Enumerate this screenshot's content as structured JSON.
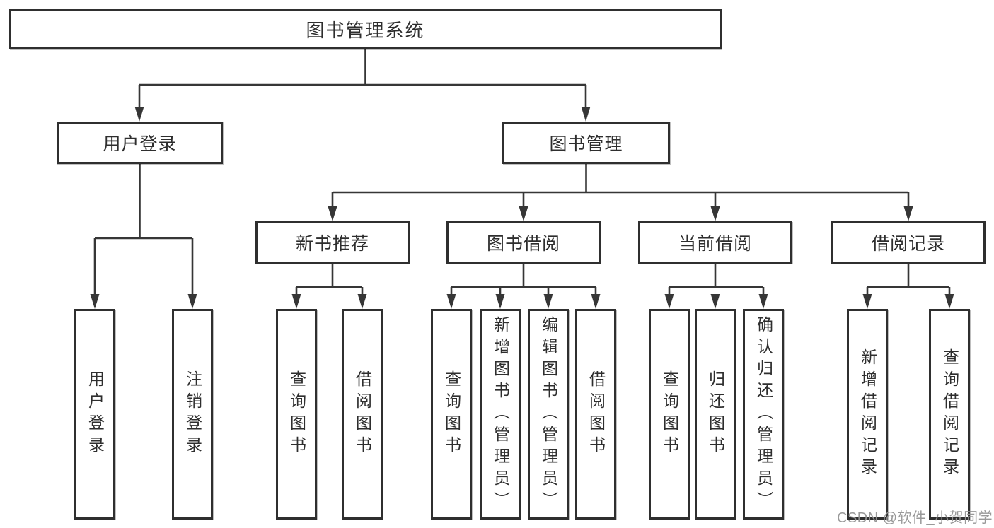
{
  "diagram_title": "图书管理系统",
  "nodes": {
    "root": "图书管理系统",
    "user_login_group": "用户登录",
    "book_mgmt_group": "图书管理",
    "new_book_group": "新书推荐",
    "book_borrow_group": "图书借阅",
    "current_borrow_group": "当前借阅",
    "borrow_records_group": "借阅记录",
    "user_login_leaf": "用户登录",
    "logout_leaf": "注销登录",
    "nb_query_books": "查询图书",
    "nb_borrow_books": "借阅图书",
    "bb_query_books": "查询图书",
    "bb_add_books": "新增图书（管理员）",
    "bb_edit_books": "编辑图书（管理员）",
    "bb_borrow_books": "借阅图书",
    "cb_query_books": "查询图书",
    "cb_return_books": "归还图书",
    "cb_confirm_return": "确认归还（管理员）",
    "br_add_record": "新增借阅记录",
    "br_query_record": "查询借阅记录"
  },
  "watermark": "CSDN @软件_小贺同学",
  "colors": {
    "line": "#363636",
    "box_border": "#2f2f2f",
    "text": "#2e2e2e",
    "watermark": "#949494",
    "background": "#ffffff"
  }
}
